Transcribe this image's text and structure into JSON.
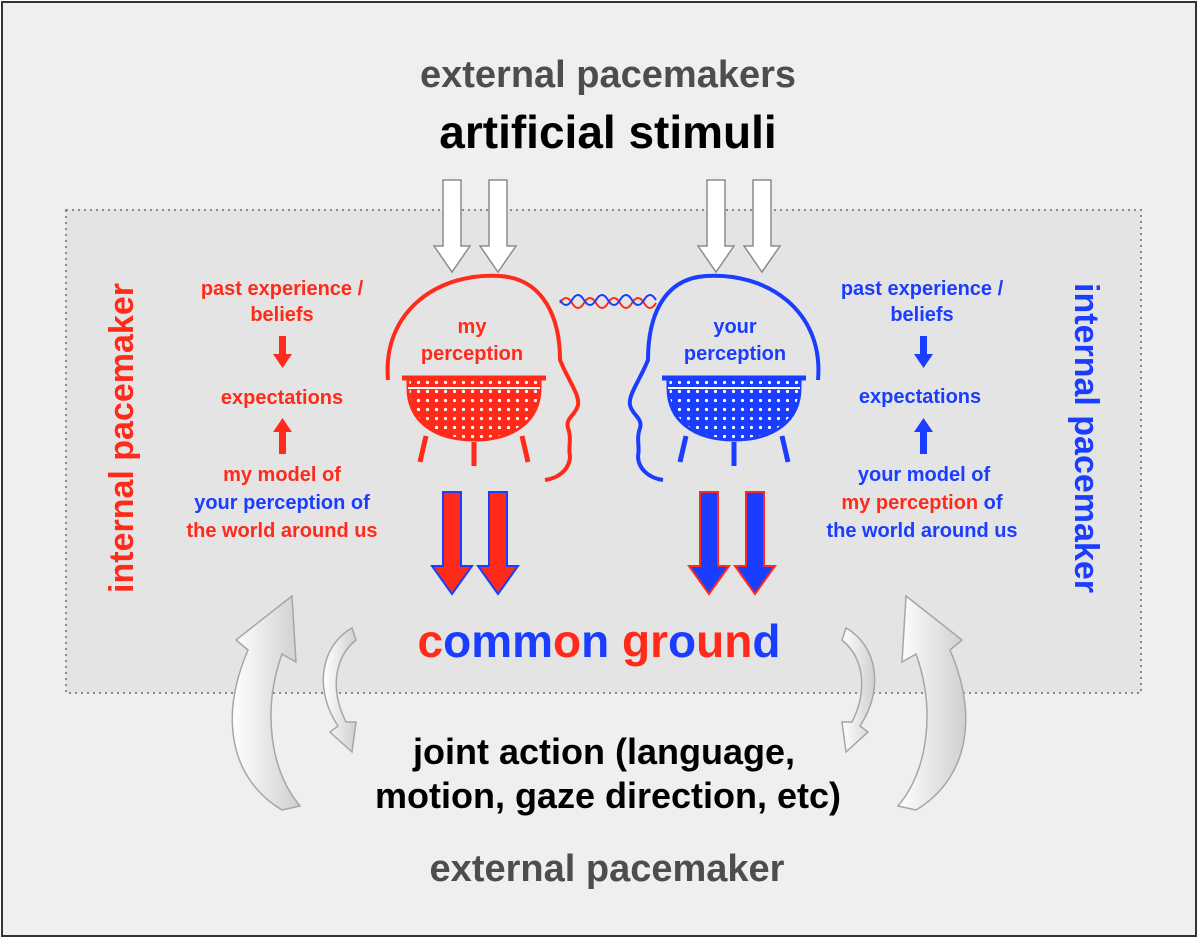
{
  "colors": {
    "red": "#ff2a1a",
    "blue": "#1a3dff",
    "gray_text": "#4d4d4d",
    "black": "#000000",
    "panel_bg": "#efefef",
    "inner_bg": "#e4e4e4",
    "arrow_outline": "#a6a6a6"
  },
  "labels": {
    "external_pacemakers": "external pacemakers",
    "artificial_stimuli": "artificial stimuli",
    "external_pacemaker_bottom": "external pacemaker",
    "internal_pacemaker_left": "internal pacemaker",
    "internal_pacemaker_right": "internal pacemaker",
    "common_ground_letters": [
      {
        "ch": "c",
        "color": "red"
      },
      {
        "ch": "o",
        "color": "blue"
      },
      {
        "ch": "m",
        "color": "blue"
      },
      {
        "ch": "m",
        "color": "blue"
      },
      {
        "ch": "o",
        "color": "red"
      },
      {
        "ch": "n",
        "color": "blue"
      },
      {
        "ch": " ",
        "color": "blue"
      },
      {
        "ch": "g",
        "color": "red"
      },
      {
        "ch": "r",
        "color": "red"
      },
      {
        "ch": "o",
        "color": "blue"
      },
      {
        "ch": "u",
        "color": "red"
      },
      {
        "ch": "n",
        "color": "red"
      },
      {
        "ch": "d",
        "color": "blue"
      }
    ],
    "joint_action_line1": "joint action (language,",
    "joint_action_line2": "motion, gaze direction, etc)"
  },
  "left_column": {
    "past_line1": "past experience /",
    "past_line2": "beliefs",
    "expectations": "expectations",
    "model_line1": "my model of",
    "model_line2": "your perception of",
    "model_line3": "the world around us"
  },
  "right_column": {
    "past_line1": "past experience /",
    "past_line2": "beliefs",
    "expectations": "expectations",
    "model_line1": "your model of",
    "model_line2a": "my perception",
    "model_line2b": " of",
    "model_line3": "the world around us"
  },
  "heads": {
    "left_line1": "my",
    "left_line2": "perception",
    "right_line1": "your",
    "right_line2": "perception"
  }
}
